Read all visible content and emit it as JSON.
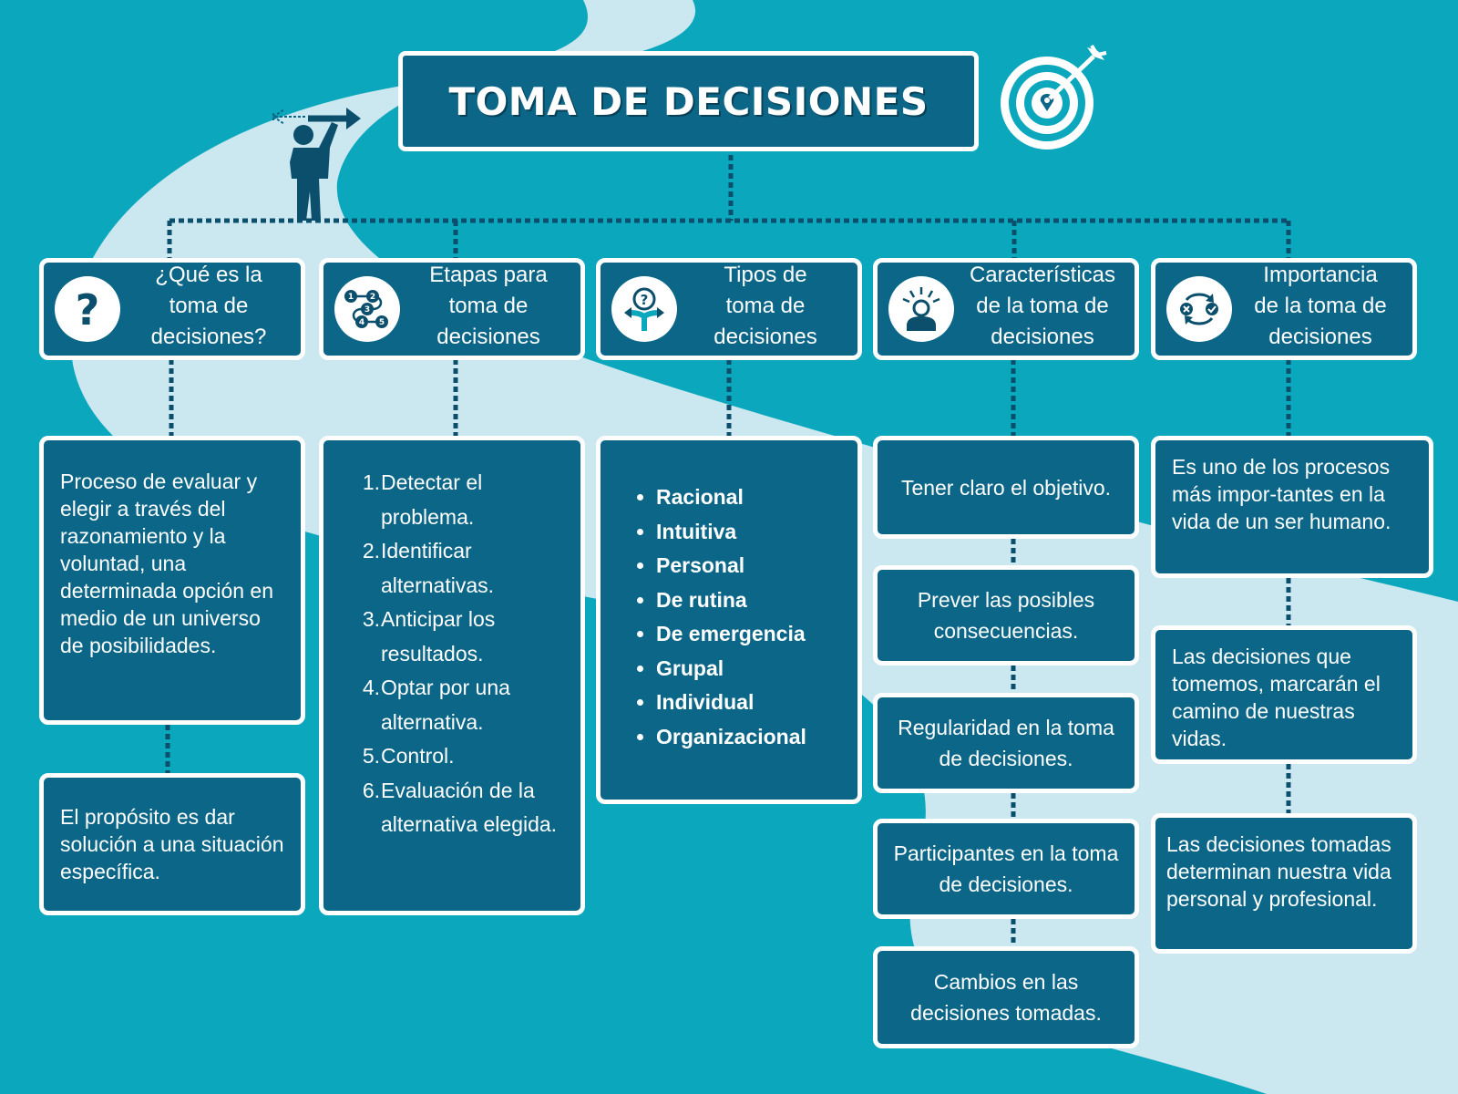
{
  "title": "TOMA DE DECISIONES",
  "colors": {
    "background": "#0aa7bd",
    "path": "#cbe7ef",
    "box": "#0b6688",
    "border": "#ffffff",
    "connector": "#0b4f6c"
  },
  "icons": {
    "header_left": "person-pointing-arrow-icon",
    "header_right": "target-with-arrow-icon"
  },
  "categories": [
    {
      "label": "¿Qué es la\ntoma de\ndecisiones?",
      "icon": "question-mark-icon"
    },
    {
      "label": "Etapas para\ntoma de\ndecisiones",
      "icon": "numbered-steps-icon"
    },
    {
      "label": "Tipos de\ntoma de\ndecisiones",
      "icon": "split-path-question-icon"
    },
    {
      "label": "Características\nde la toma de\ndecisiones",
      "icon": "person-ideas-icon"
    },
    {
      "label": "Importancia\nde la toma de\ndecisiones",
      "icon": "cycle-choice-icon"
    }
  ],
  "que_es": {
    "definicion": "Proceso de evaluar y elegir a través del razonamiento y la voluntad, una determinada opción en medio de un universo de posibilidades.",
    "proposito": "El propósito es dar solución a una situación específica."
  },
  "etapas": [
    {
      "num": "1.",
      "text": "Detectar el problema."
    },
    {
      "num": "2.",
      "text": "Identificar alternativas."
    },
    {
      "num": "3.",
      "text": "Anticipar los resultados."
    },
    {
      "num": "4.",
      "text": "Optar por una alternativa."
    },
    {
      "num": "5.",
      "text": "Control."
    },
    {
      "num": "6.",
      "text": "Evaluación de la alternativa elegida."
    }
  ],
  "tipos": [
    "Racional",
    "Intuitiva",
    "Personal",
    "De rutina",
    "De emergencia",
    "Grupal",
    "Individual",
    "Organizacional"
  ],
  "caracteristicas": [
    "Tener claro el objetivo.",
    "Prever las posibles consecuencias.",
    "Regularidad en la toma de decisiones.",
    "Participantes en la toma de decisiones.",
    "Cambios en las decisiones tomadas."
  ],
  "importancia": [
    "Es uno de los procesos más impor-tantes en la vida de un ser humano.",
    "Las decisiones que tomemos, marcarán el camino de nuestras vidas.",
    "Las decisiones tomadas determinan nuestra vida personal y profesional."
  ]
}
